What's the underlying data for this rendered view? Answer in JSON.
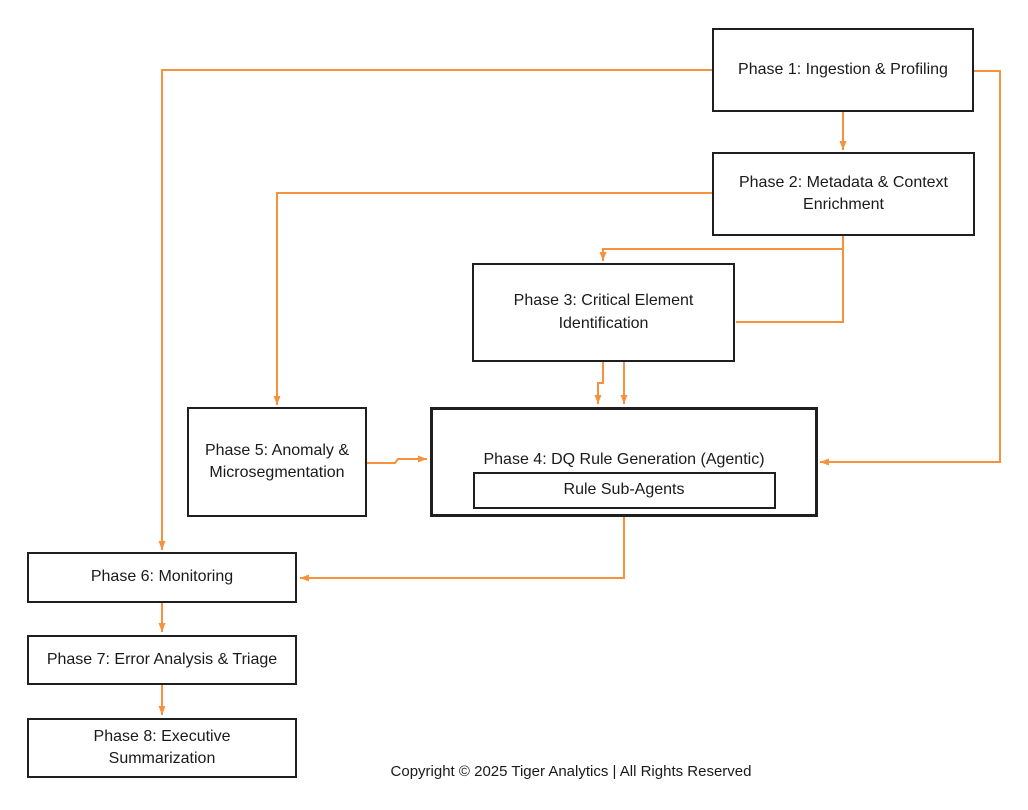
{
  "diagram": {
    "type": "flowchart",
    "nodes": {
      "phase1": {
        "label": "Phase 1: Ingestion & Profiling"
      },
      "phase2": {
        "label": "Phase 2: Metadata & Context Enrichment"
      },
      "phase3": {
        "label": "Phase 3: Critical Element Identification"
      },
      "phase4": {
        "label": "Phase 4: DQ Rule Generation (Agentic)",
        "sub_label": "Rule Sub-Agents"
      },
      "phase5": {
        "label": "Phase 5: Anomaly & Microsegmentation"
      },
      "phase6": {
        "label": "Phase 6: Monitoring"
      },
      "phase7": {
        "label": "Phase 7: Error Analysis & Triage"
      },
      "phase8": {
        "label": "Phase 8: Executive Summarization"
      }
    },
    "edges": [
      {
        "from": "phase1",
        "to": "phase2"
      },
      {
        "from": "phase1",
        "to": "phase6"
      },
      {
        "from": "phase1",
        "to": "phase4"
      },
      {
        "from": "phase2",
        "to": "phase5"
      },
      {
        "from": "phase2",
        "to": "phase3"
      },
      {
        "from": "phase3",
        "to": "phase4"
      },
      {
        "from": "phase5",
        "to": "phase4"
      },
      {
        "from": "phase4",
        "to": "phase6"
      },
      {
        "from": "phase6",
        "to": "phase7"
      },
      {
        "from": "phase7",
        "to": "phase8"
      }
    ],
    "colors": {
      "connector": "#F6913E",
      "box_border": "#1F1F1F",
      "text": "#1A1A1A",
      "background": "#FFFFFF"
    }
  },
  "footer": {
    "copyright": "Copyright © 2025 Tiger Analytics | All Rights Reserved"
  }
}
